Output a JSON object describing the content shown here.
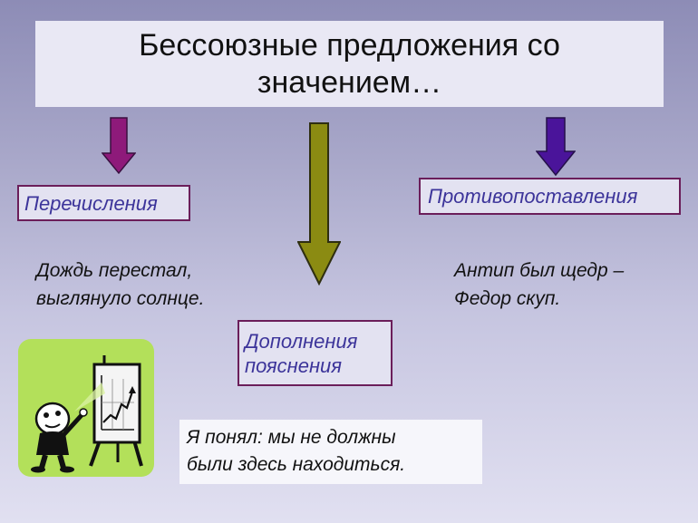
{
  "title": {
    "line1": "Бессоюзные предложения со",
    "line2": "значением…"
  },
  "categories": {
    "left": "Перечисления",
    "center_line1": "Дополнения",
    "center_line2": "пояснения",
    "right": "Противопоставления"
  },
  "examples": {
    "left_line1": "Дождь перестал,",
    "left_line2": "выглянуло солнце.",
    "right_line1": "Антип был щедр –",
    "right_line2": "Федор скуп."
  },
  "note": {
    "line1": "Я понял: мы не должны",
    "line2": "были здесь находиться."
  },
  "colors": {
    "left_arrow": "#8e1a7a",
    "center_arrow": "#8b8b12",
    "right_arrow": "#4a149a",
    "label_border": "#6b1e5a",
    "label_text": "#3c349a",
    "clipart_bg": "#b3e05a"
  },
  "icons": {
    "clipart": "presenter-with-chart-icon"
  }
}
